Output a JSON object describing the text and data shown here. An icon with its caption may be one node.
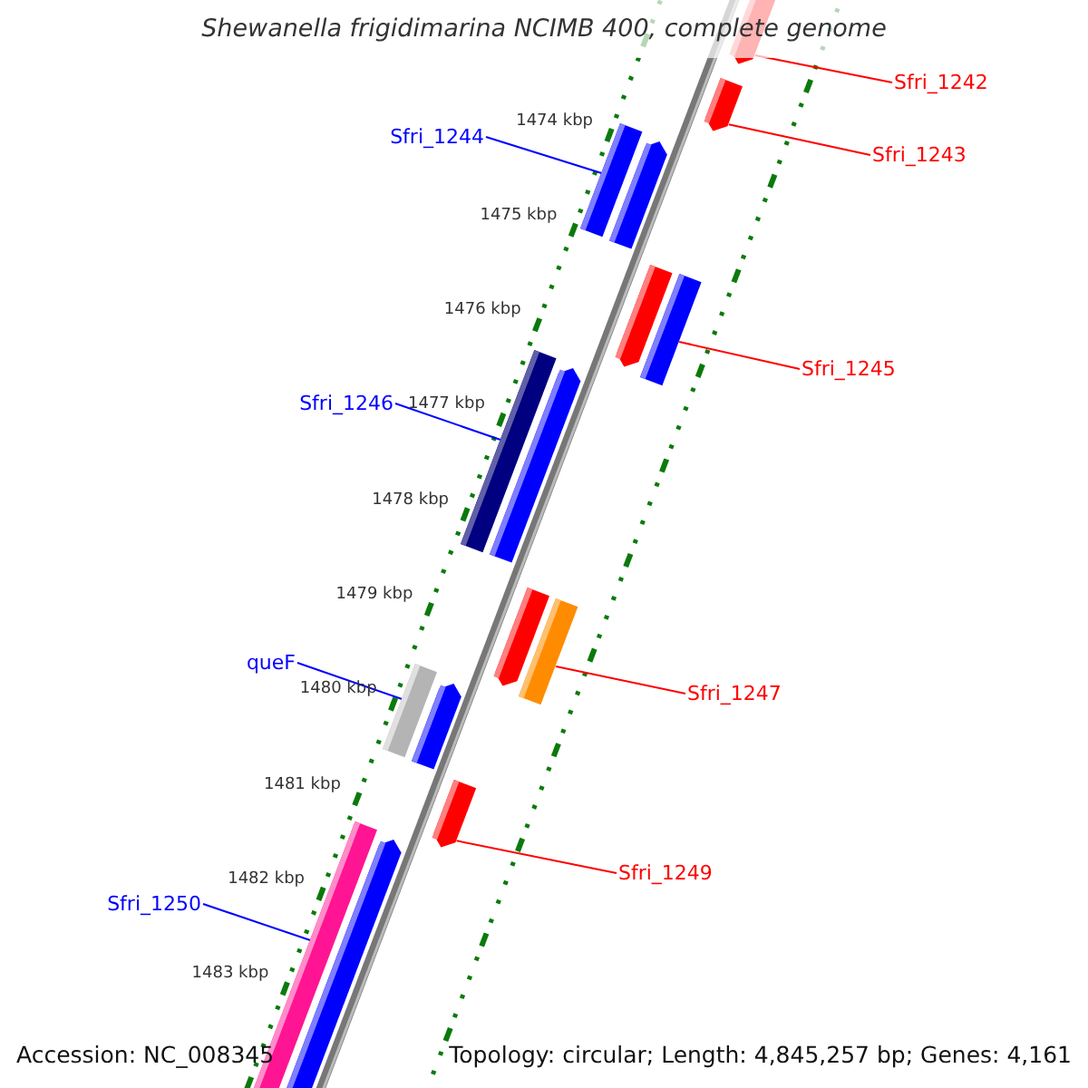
{
  "diagram": {
    "title": "Shewanella frigidimarina NCIMB 400, complete genome",
    "nodes": [
      {
        "text": [
          "Sfri_1242"
        ]
      },
      {
        "text": [
          "Sfri_1243"
        ]
      },
      {
        "text": [
          "Sfri_1244"
        ]
      },
      {
        "text": [
          "Sfri_1245"
        ]
      },
      {
        "text": [
          "Sfri_1246"
        ]
      },
      {
        "text": [
          "queF"
        ]
      },
      {
        "text": [
          "Sfri_1247"
        ]
      },
      {
        "text": [
          "Sfri_1249"
        ]
      },
      {
        "text": [
          "Sfri_1250"
        ]
      },
      {
        "text": [],
        "shape": "bar"
      },
      {
        "text": [],
        "shape": "bar"
      },
      {
        "text": [],
        "shape": "bar"
      },
      {
        "text": [],
        "shape": "bar"
      },
      {
        "text": [],
        "shape": "bar"
      },
      {
        "text": [],
        "shape": "bar"
      },
      {
        "text": [],
        "shape": "bar"
      },
      {
        "text": [],
        "shape": "bar"
      },
      {
        "text": [],
        "shape": "bar"
      },
      {
        "text": [],
        "shape": "bar"
      },
      {
        "text": [],
        "shape": "bar"
      },
      {
        "text": [],
        "shape": "bar"
      },
      {
        "text": [],
        "shape": "bar"
      },
      {
        "text": [],
        "shape": "bar"
      },
      {
        "text": [],
        "shape": "bar"
      }
    ],
    "edges": [
      {
        "from": 0,
        "to": 9,
        "arrow": "none"
      },
      {
        "from": 1,
        "to": 10,
        "arrow": "none"
      },
      {
        "from": 2,
        "to": 11,
        "arrow": "none",
        "color": "#0000ff"
      },
      {
        "from": 3,
        "to": 14,
        "arrow": "none"
      },
      {
        "from": 4,
        "to": 15,
        "arrow": "none",
        "color": "#0000ff"
      },
      {
        "from": 5,
        "to": 19,
        "arrow": "none",
        "color": "#0000ff"
      },
      {
        "from": 6,
        "to": 18,
        "arrow": "none"
      },
      {
        "from": 7,
        "to": 21,
        "arrow": "none"
      },
      {
        "from": 8,
        "to": 22,
        "arrow": "none",
        "color": "#0000ff"
      }
    ],
    "labels": [
      "1474 kbp",
      "1475 kbp",
      "1476 kbp",
      "1477 kbp",
      "1478 kbp",
      "1479 kbp",
      "1480 kbp",
      "1481 kbp",
      "1482 kbp",
      "1483 kbp",
      "Accession: NC_008345",
      "Topology: circular; Length: 4,845,257 bp; Genes: 4,161"
    ]
  }
}
